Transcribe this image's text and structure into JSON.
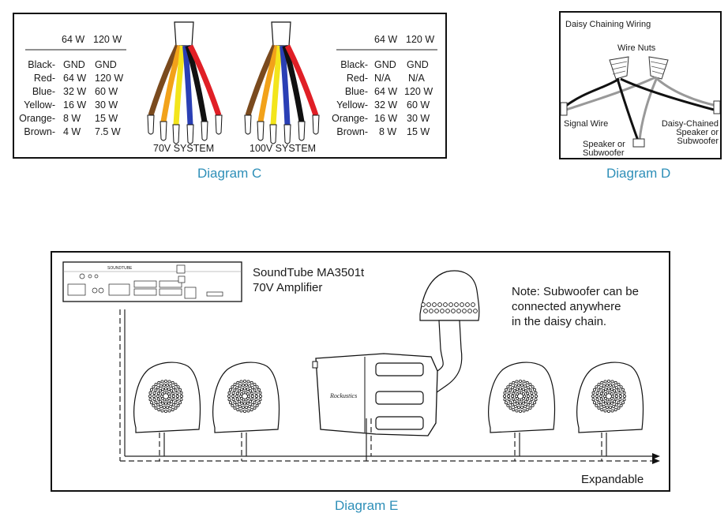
{
  "diagram_c": {
    "caption": "Diagram C",
    "left_table": {
      "headers": [
        "64 W",
        "120 W"
      ],
      "rows": [
        {
          "label": "Black-",
          "v64": "GND",
          "v120": "GND"
        },
        {
          "label": "Red-",
          "v64": "64 W",
          "v120": "120 W"
        },
        {
          "label": "Blue-",
          "v64": "32 W",
          "v120": "60 W"
        },
        {
          "label": "Yellow-",
          "v64": "16 W",
          "v120": "30 W"
        },
        {
          "label": "Orange-",
          "v64": "8 W",
          "v120": "15 W"
        },
        {
          "label": "Brown-",
          "v64": "4 W",
          "v120": "7.5 W"
        }
      ]
    },
    "right_table": {
      "headers": [
        "64 W",
        "120 W"
      ],
      "rows": [
        {
          "label": "Black-",
          "v64": "GND",
          "v120": "GND"
        },
        {
          "label": "Red-",
          "v64": "N/A",
          "v120": "N/A"
        },
        {
          "label": "Blue-",
          "v64": "64 W",
          "v120": "120 W"
        },
        {
          "label": "Yellow-",
          "v64": "32 W",
          "v120": "60 W"
        },
        {
          "label": "Orange-",
          "v64": "16 W",
          "v120": "30 W"
        },
        {
          "label": "Brown-",
          "v64": "8 W",
          "v120": "15 W"
        }
      ]
    },
    "system_70v": "70V SYSTEM",
    "system_100v": "100V SYSTEM",
    "wire_colors": {
      "brown": "#7a4a1e",
      "orange": "#f2a21a",
      "yellow": "#f3e51c",
      "blue": "#2a3fb5",
      "black": "#111111",
      "red": "#e01f26"
    }
  },
  "diagram_d": {
    "caption": "Diagram D",
    "title": "Daisy Chaining Wiring",
    "wire_nuts": "Wire Nuts",
    "signal_wire": "Signal Wire",
    "speaker_line1": "Speaker or",
    "speaker_line2": "Subwoofer",
    "daisy_line1": "Daisy-Chained",
    "daisy_line2": "Speaker or",
    "daisy_line3": "Subwoofer"
  },
  "diagram_e": {
    "caption": "Diagram E",
    "amp_title_line1": "SoundTube MA3501t",
    "amp_title_line2": "70V Amplifier",
    "amp_brand": "SOUNDTUBE",
    "note_line1": "Note: Subwoofer can be",
    "note_line2": "connected anywhere",
    "note_line3": "in the daisy chain.",
    "expandable": "Expandable",
    "sub_brand": "Rockustics"
  },
  "colors": {
    "caption": "#2e8fb8",
    "border": "#111111"
  }
}
